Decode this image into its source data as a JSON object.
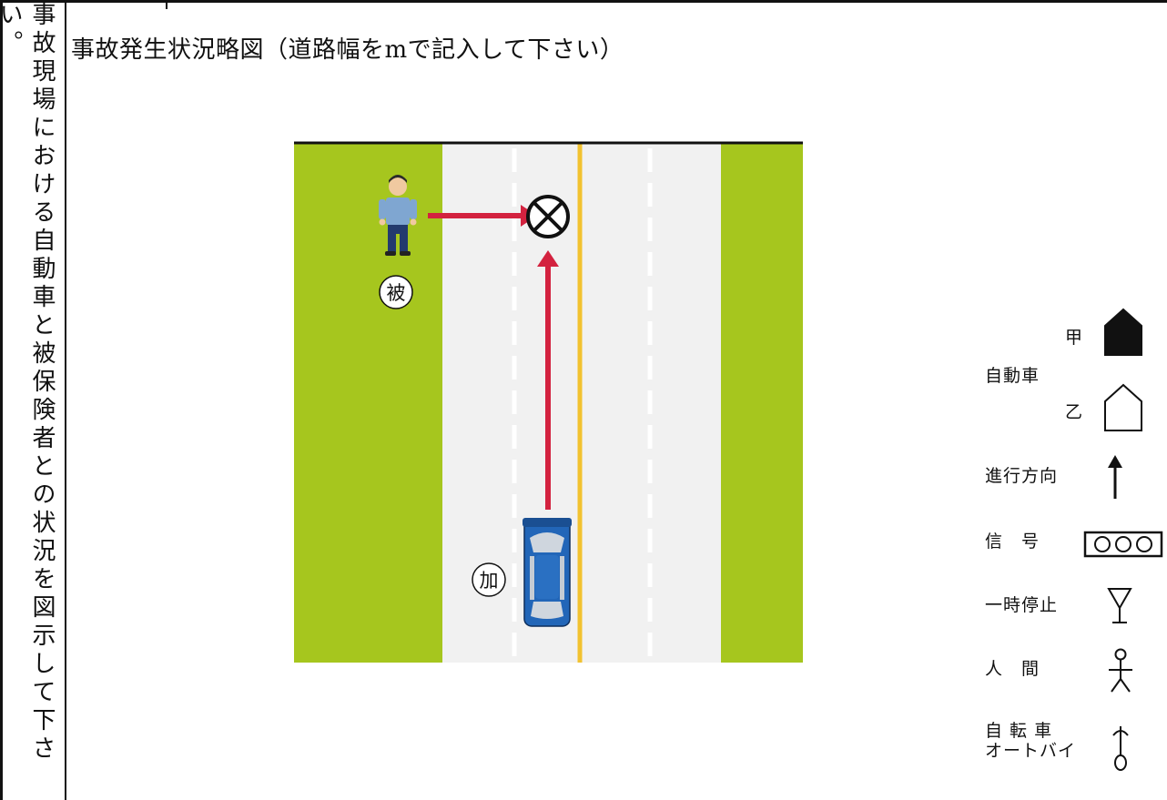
{
  "side_label": "事故現場における自動車と被保険者との状況を図示して下さい。",
  "heading": "事故発生状況略図（道路幅をmで記入して下さい）",
  "scene": {
    "victim_marker": "被",
    "driver_marker": "加",
    "colors": {
      "grass": "#a6c61e",
      "road": "#f1f1f1",
      "center_line": "#f2c230",
      "arrow": "#d3223f",
      "car": "#2266b8"
    }
  },
  "legend": {
    "car_label": "自動車",
    "car_a": "甲",
    "car_b": "乙",
    "direction": "進行方向",
    "signal": "信　号",
    "stop": "一時停止",
    "person": "人　間",
    "bicycle_line1": "自 転 車",
    "bicycle_line2": "オートバイ"
  }
}
